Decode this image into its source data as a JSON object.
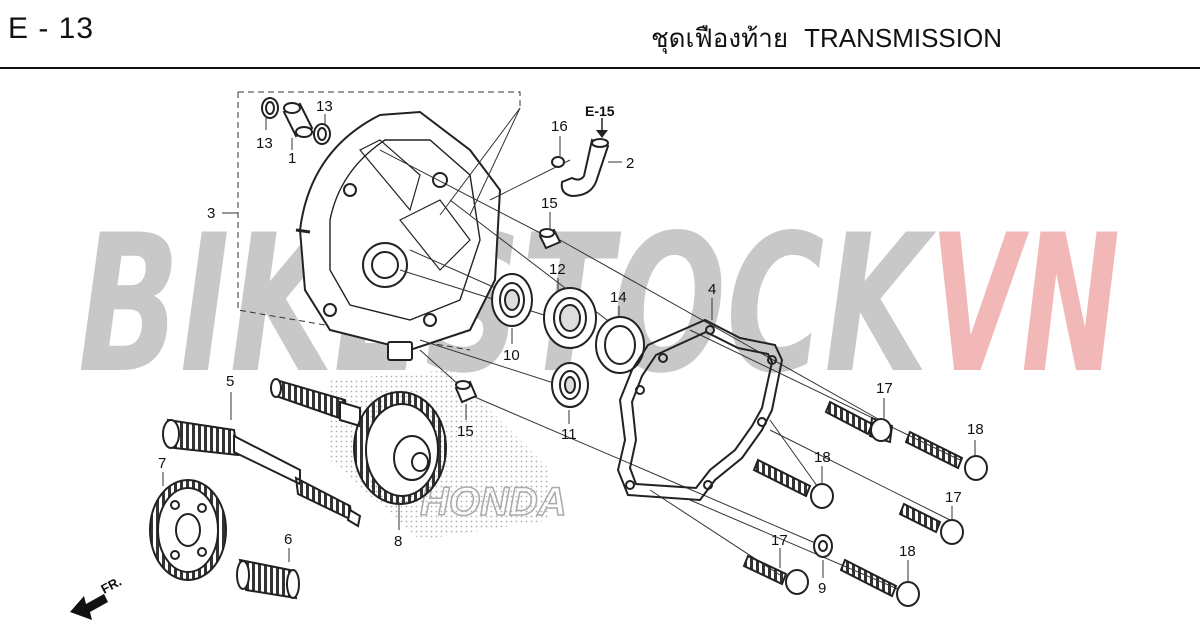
{
  "header": {
    "page_code": "E - 13",
    "title_thai": "ชุดเฟืองท้าย",
    "title_en": "TRANSMISSION"
  },
  "watermark": {
    "text_main": "BIKESTOCK",
    "text_accent": "VN",
    "color_main": "#c8c8c8",
    "color_accent": "#f2b8b8"
  },
  "reference": {
    "label": "E-15"
  },
  "direction": {
    "label": "FR."
  },
  "logo": {
    "text": "HONDA"
  },
  "callouts": {
    "c1": "1",
    "c2": "2",
    "c3": "3",
    "c4": "4",
    "c5": "5",
    "c6": "6",
    "c7": "7",
    "c8": "8",
    "c9": "9",
    "c10": "10",
    "c11": "11",
    "c12": "12",
    "c13a": "13",
    "c13b": "13",
    "c14": "14",
    "c15a": "15",
    "c15b": "15",
    "c16": "16",
    "c17a": "17",
    "c17b": "17",
    "c17c": "17",
    "c18a": "18",
    "c18b": "18",
    "c18c": "18"
  }
}
